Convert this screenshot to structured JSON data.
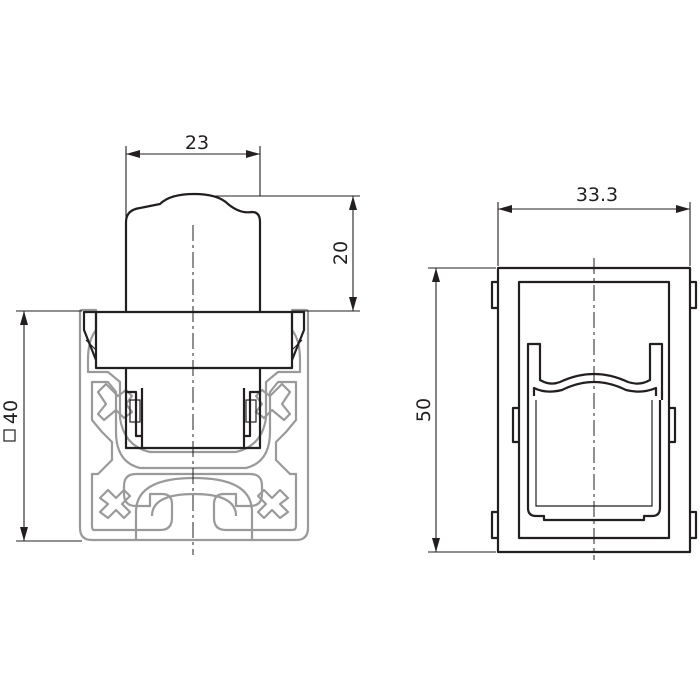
{
  "dimensions": {
    "width_top": "23",
    "height_top": "20",
    "profile_size": "40",
    "profile_symbol": "square",
    "width_side": "33.3",
    "height_side": "50"
  }
}
